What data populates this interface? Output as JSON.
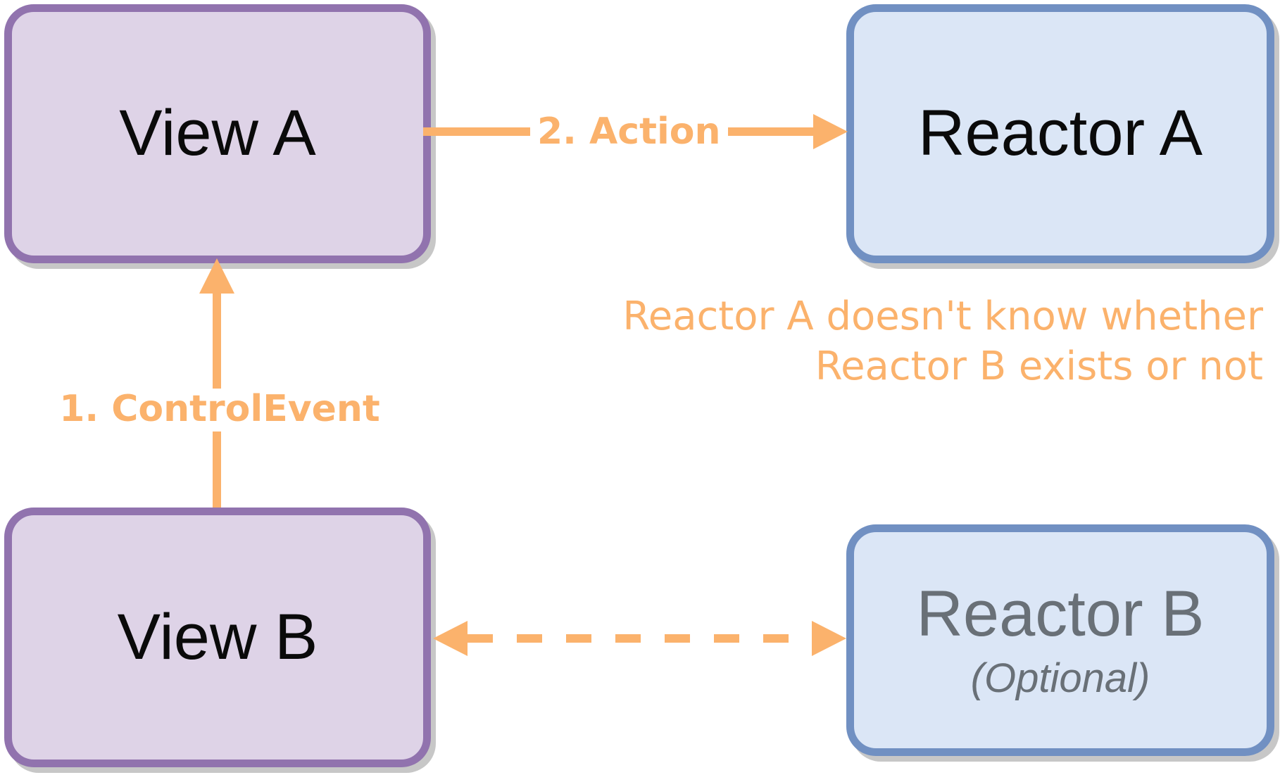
{
  "diagram": {
    "nodes": {
      "view_a": {
        "label": "View A"
      },
      "reactor_a": {
        "label": "Reactor A"
      },
      "view_b": {
        "label": "View B"
      },
      "reactor_b": {
        "label": "Reactor B",
        "sublabel": "(Optional)"
      }
    },
    "edges": {
      "control_event": {
        "label": "1. ControlEvent",
        "style": "solid",
        "direction": "view_b_to_view_a"
      },
      "action": {
        "label": "2. Action",
        "style": "solid",
        "direction": "view_a_to_reactor_a"
      },
      "optional_link": {
        "style": "dashed",
        "direction": "view_b_to_reactor_b_bidirectional"
      }
    },
    "note": {
      "line1": "Reactor A doesn't know whether",
      "line2": "Reactor B exists or not"
    },
    "colors": {
      "orange": "#FBB26C",
      "purple_border": "#9173AE",
      "purple_fill": "#DED3E7",
      "blue_border": "#7190C2",
      "blue_fill": "#DBE6F6",
      "gray_text": "#697077",
      "shadow": "#C7C7C7"
    }
  }
}
